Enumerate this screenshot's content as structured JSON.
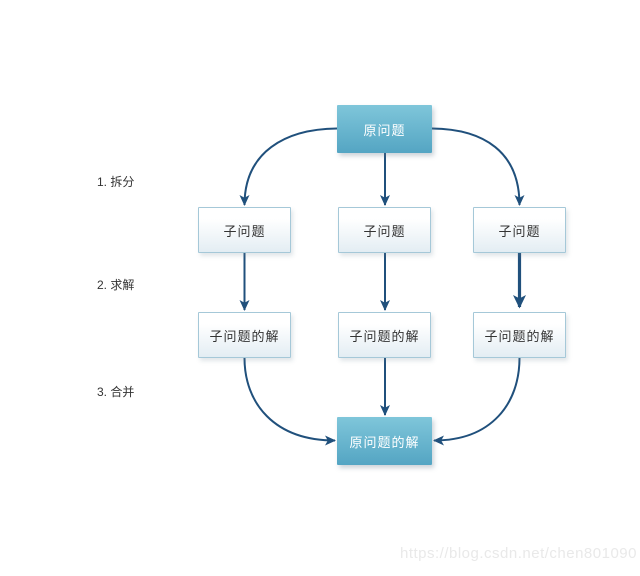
{
  "colors": {
    "background": "#FFFFFF",
    "arrow": "#20507C",
    "solid_box_top": "#7FC6DA",
    "solid_box_bottom": "#54A5C3",
    "solid_box_text": "#FFFFFF",
    "light_box_top": "#FFFFFF",
    "light_box_bottom": "#E3EDF3",
    "light_box_border": "#A5C8D8",
    "light_box_text": "#333333",
    "step_label_text": "#333333",
    "watermark_text": "#E9E9E9"
  },
  "diagram": {
    "root": {
      "label": "原问题"
    },
    "steps": [
      {
        "label": "1. 拆分"
      },
      {
        "label": "2. 求解"
      },
      {
        "label": "3. 合并"
      }
    ],
    "subproblems": [
      {
        "label": "子问题"
      },
      {
        "label": "子问题"
      },
      {
        "label": "子问题"
      }
    ],
    "subsolutions": [
      {
        "label": "子问题的解"
      },
      {
        "label": "子问题的解"
      },
      {
        "label": "子问题的解"
      }
    ],
    "result": {
      "label": "原问题的解"
    }
  },
  "watermark": {
    "text": "https://blog.csdn.net/chen801090"
  }
}
